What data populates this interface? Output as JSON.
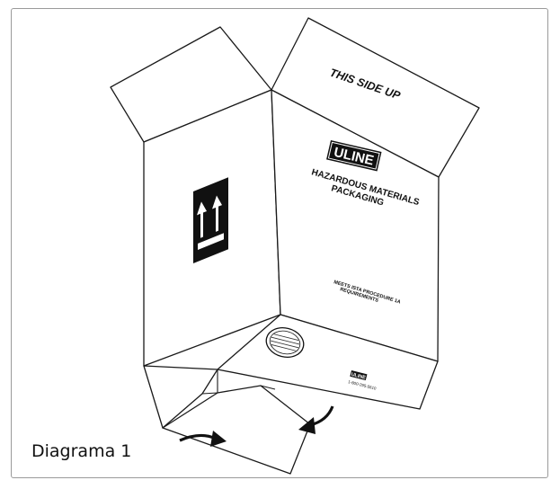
{
  "caption": "Diagrama 1",
  "flap_text": "THIS SIDE UP",
  "brand": {
    "logo": "ULINE",
    "line1": "HAZARDOUS MATERIALS",
    "line2": "PACKAGING"
  },
  "certification": {
    "line1": "MEETS ISTA PROCEDURE 1A",
    "line2": "REQUIREMENTS"
  },
  "bottom_label": {
    "logo": "ULINE",
    "phone": "1-800-295-5510"
  },
  "icons": [
    "this-way-up-arrows-icon",
    "un-seal-icon",
    "fold-arrow-icon"
  ],
  "colors": {
    "line": "#1a1a1a",
    "fill": "#ffffff",
    "frame": "#9a9a9a"
  }
}
